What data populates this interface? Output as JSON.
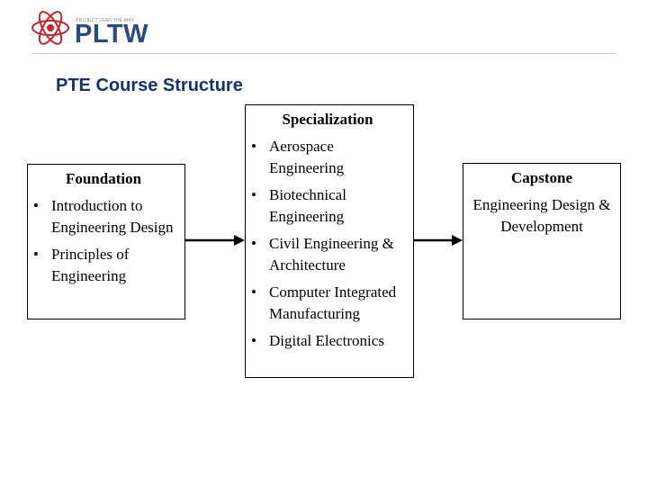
{
  "logo": {
    "tagline": "PROJECT LEAD THE WAY",
    "wordmark": "PLTW",
    "atom_color": "#c0282e",
    "wordmark_color": "#2a4d77"
  },
  "page_title": "PTE Course Structure",
  "foundation": {
    "title": "Foundation",
    "items": [
      "Introduction to Engineering Design",
      "Principles of Engineering"
    ]
  },
  "specialization": {
    "title": "Specialization",
    "items": [
      "Aerospace Engineering",
      "Biotechnical Engineering",
      "Civil Engineering & Architecture",
      "Computer Integrated Manufacturing",
      "Digital Electronics"
    ]
  },
  "capstone": {
    "title": "Capstone",
    "description": "Engineering Design & Development"
  },
  "colors": {
    "title": "#14336b",
    "arrow": "#000000",
    "box_border": "#000000"
  }
}
